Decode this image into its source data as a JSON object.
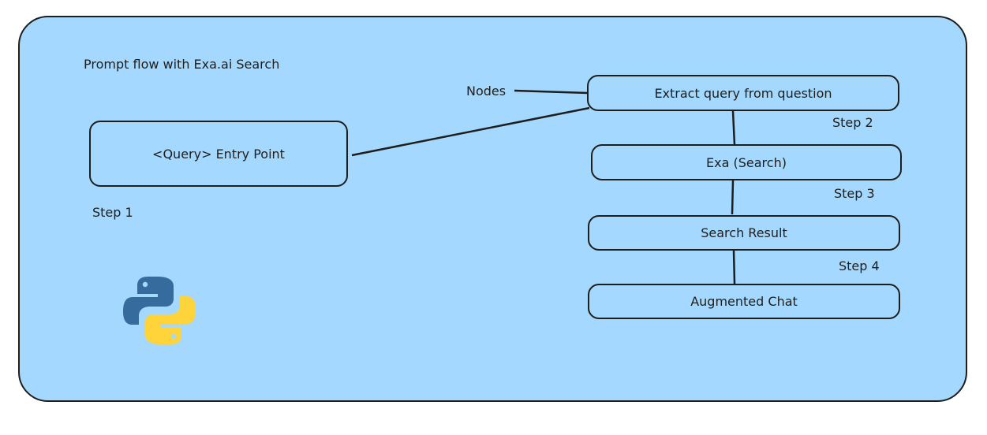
{
  "diagram": {
    "title": "Prompt flow with Exa.ai Search",
    "nodes_label": "Nodes",
    "entry_node": "<Query> Entry Point",
    "flow_nodes": [
      "Extract query from question",
      "Exa (Search)",
      "Search Result",
      "Augmented Chat"
    ],
    "steps": [
      "Step 1",
      "Step 2",
      "Step 3",
      "Step 4"
    ],
    "logo_icon": "python-logo-icon"
  },
  "colors": {
    "panel_fill": "#a5d8ff",
    "stroke": "#1e1e1e",
    "python_blue": "#366b9e",
    "python_yellow": "#ffd43b"
  }
}
